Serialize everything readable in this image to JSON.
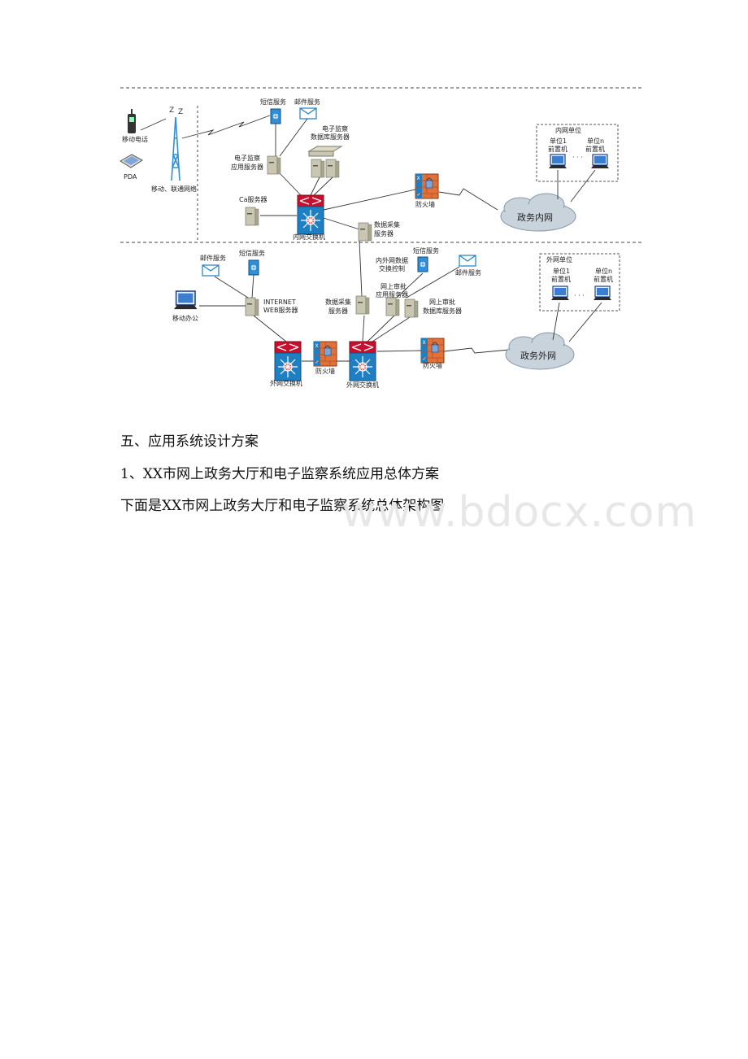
{
  "diagram": {
    "intranet": {
      "mobile_phone": "移动电话",
      "pda": "PDA",
      "mobile_network": "移动、联通网络",
      "sms_service": "短信服务",
      "mail_service": "邮件服务",
      "supervision_db": [
        "电子监察",
        "数据库服务器"
      ],
      "supervision_app": [
        "电子监察",
        "应用服务器"
      ],
      "ca_server": "Ca服务器",
      "switch": "内网交换机",
      "firewall": "防火墙",
      "collect_server": [
        "数据采集",
        "服务器"
      ],
      "cloud": "政务内网",
      "unit_box_title": "内网单位",
      "unit1": [
        "单位1",
        "前置机"
      ],
      "unitn": [
        "单位n",
        "前置机"
      ],
      "ellipsis": "· · ·"
    },
    "extranet": {
      "mail_service": "邮件服务",
      "sms_service": "短信服务",
      "web_server": [
        "INTERNET",
        "WEB服务器"
      ],
      "mobile_office": "移动办公",
      "exchange_control": [
        "内外网数据",
        "交换控制"
      ],
      "sms_service2": "短信服务",
      "mail_service2": "邮件服务",
      "approval_app": [
        "网上审批",
        "应用服务器"
      ],
      "collect_server": [
        "数据采集",
        "服务器"
      ],
      "approval_db": [
        "网上审批",
        "数据库服务器"
      ],
      "switch_left": "外网交换机",
      "firewall_mid": "防火墙",
      "switch_right": "外网交换机",
      "firewall_right": "防火墙",
      "cloud": "政务外网",
      "unit_box_title": "外网单位",
      "unit1": [
        "单位1",
        "前置机"
      ],
      "unitn": [
        "单位n",
        "前置机"
      ],
      "ellipsis": "· · ·"
    }
  },
  "document": {
    "heading": "五、应用系统设计方案",
    "subheading": "1、XX市网上政务大厅和电子监察系统应用总体方案",
    "intro": "下面是XX市网上政务大厅和电子监察系统总体架构图"
  },
  "watermark": "www.bdocx.com"
}
